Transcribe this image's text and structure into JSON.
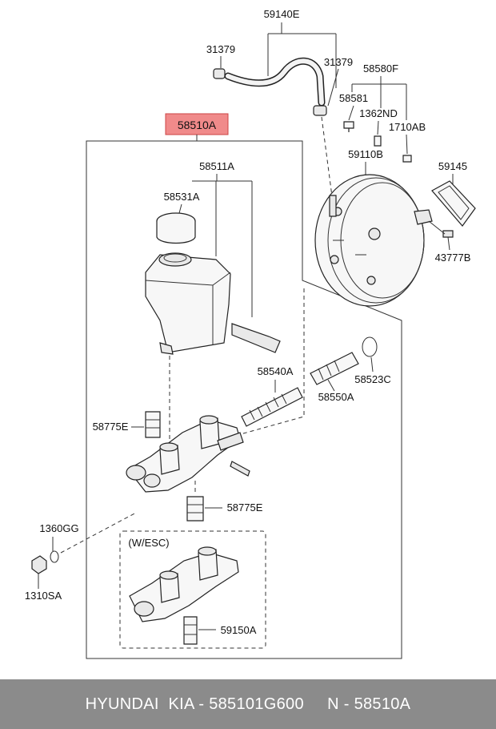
{
  "diagram": {
    "highlighted_label": "58510A",
    "labels": {
      "p59140E": "59140E",
      "p31379_left": "31379",
      "p31379_right": "31379",
      "p58580F": "58580F",
      "p58581": "58581",
      "p1362ND": "1362ND",
      "p1710AB": "1710AB",
      "p59110B": "59110B",
      "p59145": "59145",
      "p43777B": "43777B",
      "p58511A": "58511A",
      "p58531A": "58531A",
      "p58540A": "58540A",
      "p58523C": "58523C",
      "p58550A": "58550A",
      "p58775E_top": "58775E",
      "p58775E_bottom": "58775E",
      "p1360GG": "1360GG",
      "p1310SA": "1310SA",
      "p59150A": "59150A",
      "wesc": "(W/ESC)"
    }
  },
  "footer": {
    "text": "HYUNDAI  KIA - 585101G600     N - 58510A"
  }
}
